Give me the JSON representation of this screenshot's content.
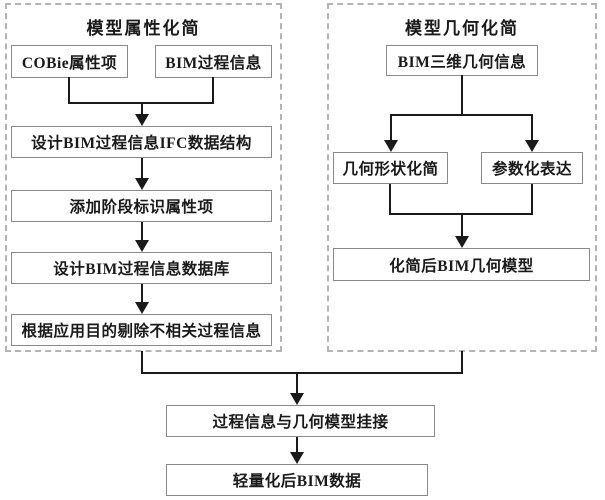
{
  "diagram": {
    "left_group": {
      "title": "模型属性化简",
      "nodes": {
        "cobie": "COBie属性项",
        "bim_process": "BIM过程信息",
        "ifc_structure": "设计BIM过程信息IFC数据结构",
        "stage_attr": "添加阶段标识属性项",
        "process_db": "设计BIM过程信息数据库",
        "remove_irrelevant": "根据应用目的剔除不相关过程信息"
      }
    },
    "right_group": {
      "title": "模型几何化简",
      "nodes": {
        "bim_3d_geo": "BIM三维几何信息",
        "geo_shape_simplify": "几何形状化简",
        "parametric_expression": "参数化表达",
        "simplified_geo_model": "化简后BIM几何模型"
      }
    },
    "merge_flow": {
      "link_node": "过程信息与几何模型挂接",
      "final_node": "轻量化后BIM数据"
    },
    "colors": {
      "background": "#ffffff",
      "line": "#1a1a1a",
      "box_border": "#8a8a8a",
      "group_border": "#b4b4b4",
      "text": "#1a1a1a"
    }
  }
}
